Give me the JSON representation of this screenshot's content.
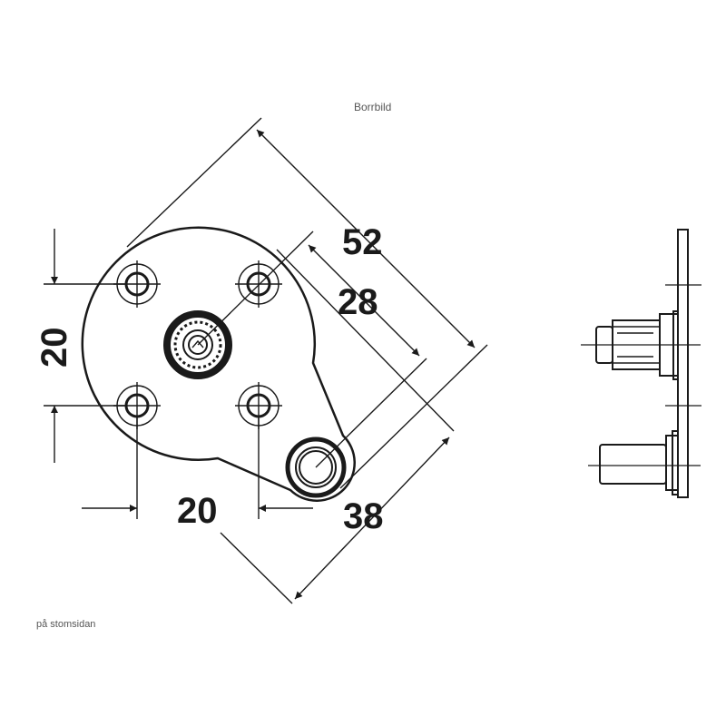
{
  "title": "Borrbild",
  "footnote": "på stomsidan",
  "dimensions": {
    "d52": "52",
    "d28": "28",
    "d38": "38",
    "vertical_spacing": "20",
    "horizontal_spacing": "20"
  },
  "colors": {
    "line": "#1a1a1a",
    "caption": "#555555"
  }
}
